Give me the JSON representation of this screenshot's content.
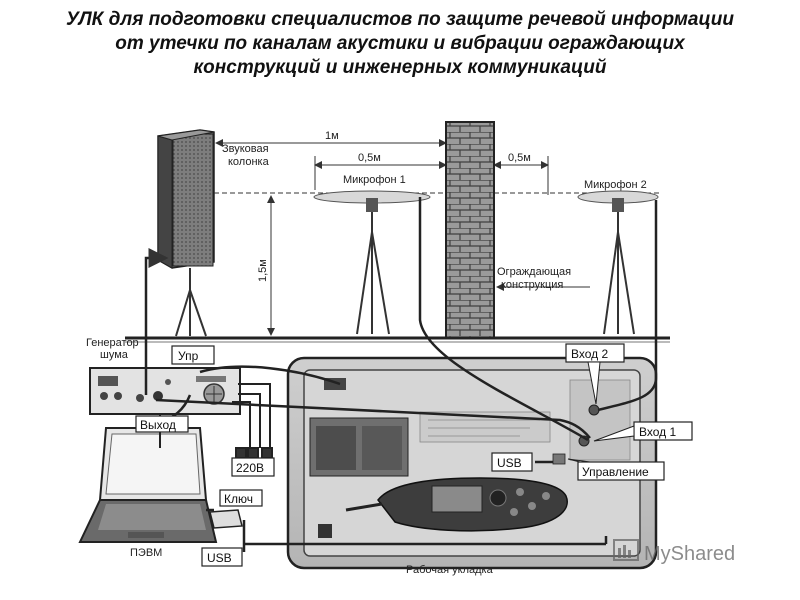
{
  "title": {
    "line1": "УЛК для подготовки специалистов по защите речевой информации",
    "line2": "от утечки по каналам акустики и вибрации ограждающих",
    "line3": "конструкций и инженерных коммуникаций"
  },
  "labels": {
    "speaker_line1": "Звуковая",
    "speaker_line2": "колонка",
    "dist_1m": "1м",
    "dist_05m_left": "0,5м",
    "dist_05m_right": "0,5м",
    "height_15m": "1,5м",
    "mic1": "Микрофон 1",
    "mic2": "Микрофон 2",
    "wall_line1": "Ограждающая",
    "wall_line2": "конструкция",
    "generator_line1": "Генератор",
    "generator_line2": "шума",
    "upr": "Упр",
    "vyhod": "Выход",
    "v220": "220В",
    "klyuch": "Ключ",
    "pevm": "ПЭВМ",
    "usb_left": "USB",
    "usb_right": "USB",
    "vhod2": "Вход 2",
    "vhod1": "Вход 1",
    "upravlenie": "Управление",
    "rabochaya_ukladka": "Рабочая укладка"
  },
  "watermark": {
    "text": "MyShared"
  }
}
